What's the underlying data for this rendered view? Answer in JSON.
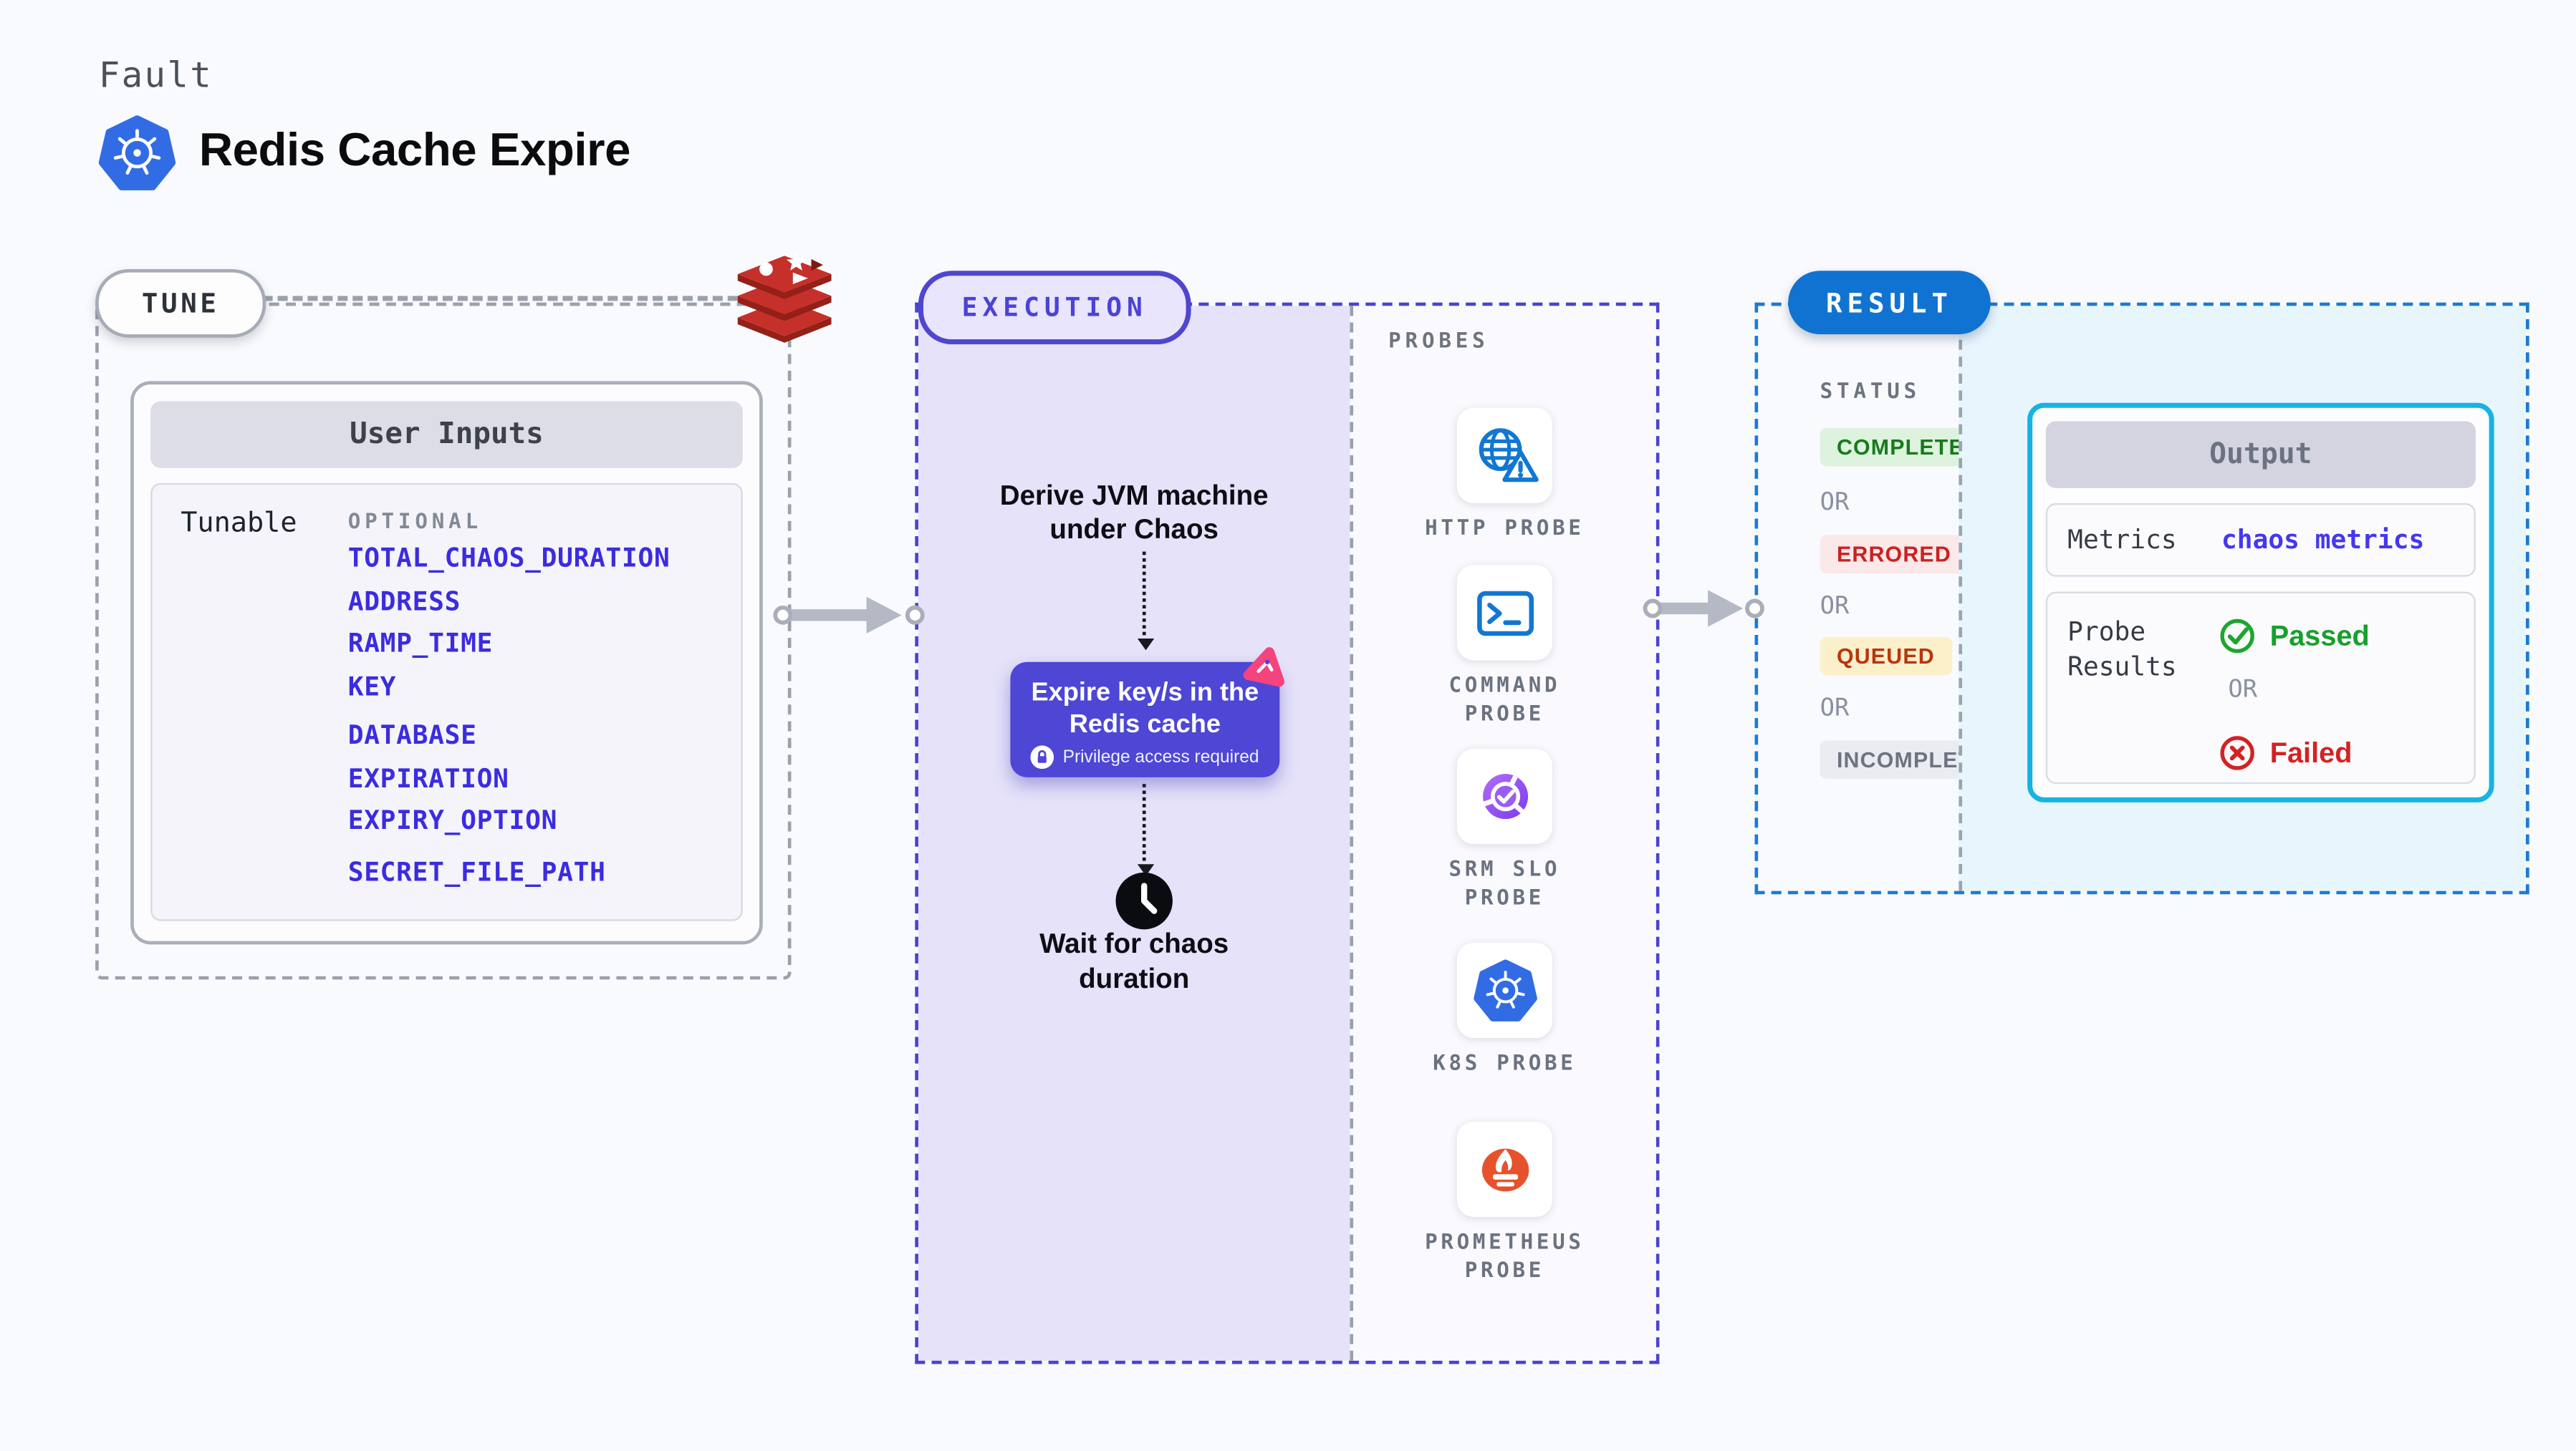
{
  "header": {
    "eyebrow": "Fault",
    "title": "Redis Cache Expire",
    "icon": "kubernetes-logo"
  },
  "tune": {
    "badge": "TUNE",
    "card_title": "User Inputs",
    "row_label": "Tunable",
    "group_label": "OPTIONAL",
    "params": [
      "TOTAL_CHAOS_DURATION",
      "ADDRESS",
      "RAMP_TIME",
      "KEY",
      "DATABASE",
      "EXPIRATION",
      "EXPIRY_OPTION",
      "SECRET_FILE_PATH"
    ]
  },
  "execution": {
    "badge": "EXECUTION",
    "derive_line1": "Derive JVM machine",
    "derive_line2": "under Chaos",
    "action_line1": "Expire key/s in the",
    "action_line2": "Redis cache",
    "privilege_note": "Privilege access required",
    "wait_line1": "Wait for chaos",
    "wait_line2": "duration"
  },
  "probes": {
    "label": "PROBES",
    "items": [
      {
        "icon": "globe-alert-icon",
        "line1": "HTTP PROBE",
        "line2": ""
      },
      {
        "icon": "terminal-icon",
        "line1": "COMMAND",
        "line2": "PROBE"
      },
      {
        "icon": "slo-gauge-icon",
        "line1": "SRM SLO",
        "line2": "PROBE"
      },
      {
        "icon": "kubernetes-icon",
        "line1": "K8S PROBE",
        "line2": ""
      },
      {
        "icon": "prometheus-icon",
        "line1": "PROMETHEUS",
        "line2": "PROBE"
      }
    ]
  },
  "result": {
    "badge": "RESULT",
    "status_label": "STATUS",
    "or_label": "OR",
    "statuses": [
      {
        "label": "COMPLETED",
        "bg": "#ddf3dd",
        "text_color": "#187a1e"
      },
      {
        "label": "ERRORED",
        "bg": "#fbe8e8",
        "text_color": "#cc2020"
      },
      {
        "label": "QUEUED",
        "bg": "#fcf0cb",
        "text_color": "#b8350f"
      },
      {
        "label": "INCOMPLETED",
        "bg": "#ebecf2",
        "text_color": "#6e7380"
      }
    ],
    "output": {
      "title": "Output",
      "metrics_label": "Metrics",
      "metrics_value": "chaos metrics",
      "probe_results_line1": "Probe",
      "probe_results_line2": "Results",
      "passed_label": "Passed",
      "or_label": "OR",
      "failed_label": "Failed"
    }
  },
  "colors": {
    "page_bg": "#f9fafd",
    "param_link": "#3b2ce0",
    "execution_accent": "#4a43cf",
    "execution_fill": "#e5e2fa",
    "action_box": "#4e46d4",
    "chaos_pink": "#f5437e",
    "result_accent": "#1b7ad3",
    "result_fill": "#e7f5fd",
    "output_border": "#16b3e3",
    "passed_green": "#17a02c",
    "failed_red": "#d42222",
    "probe_blue": "#1277d3",
    "kubernetes_blue": "#326ce5",
    "prometheus_orange": "#e6522c",
    "srm_purple": "#7a3bef",
    "redis_red": "#c6302b",
    "arrow_gray": "#b5b9c6"
  }
}
